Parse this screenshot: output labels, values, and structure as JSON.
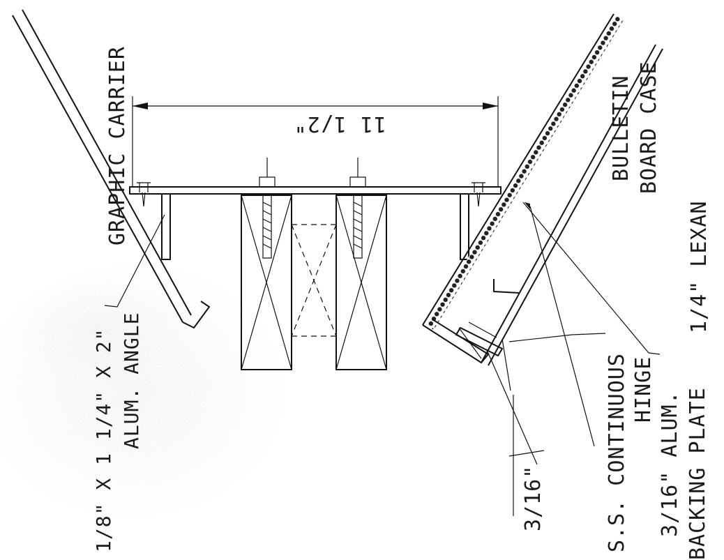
{
  "labels": {
    "graphic_carrier": "GRAPHIC CARRIER",
    "bulletin_board_line1": "BULLETIN",
    "bulletin_board_line2": "BOARD CASE",
    "lexan": "1/4\" LEXAN",
    "dimension": "11 1/2\"",
    "alum_angle_line1": "1/8\" X 1 1/4\" X 2\"",
    "alum_angle_line2": "ALUM. ANGLE",
    "hinge_line1": "S.S. CONTINUOUS",
    "hinge_line2": "HINGE",
    "backing_line1": "3/16\" ALUM.",
    "backing_line2": "BACKING PLATE",
    "gap": "3/16\""
  }
}
